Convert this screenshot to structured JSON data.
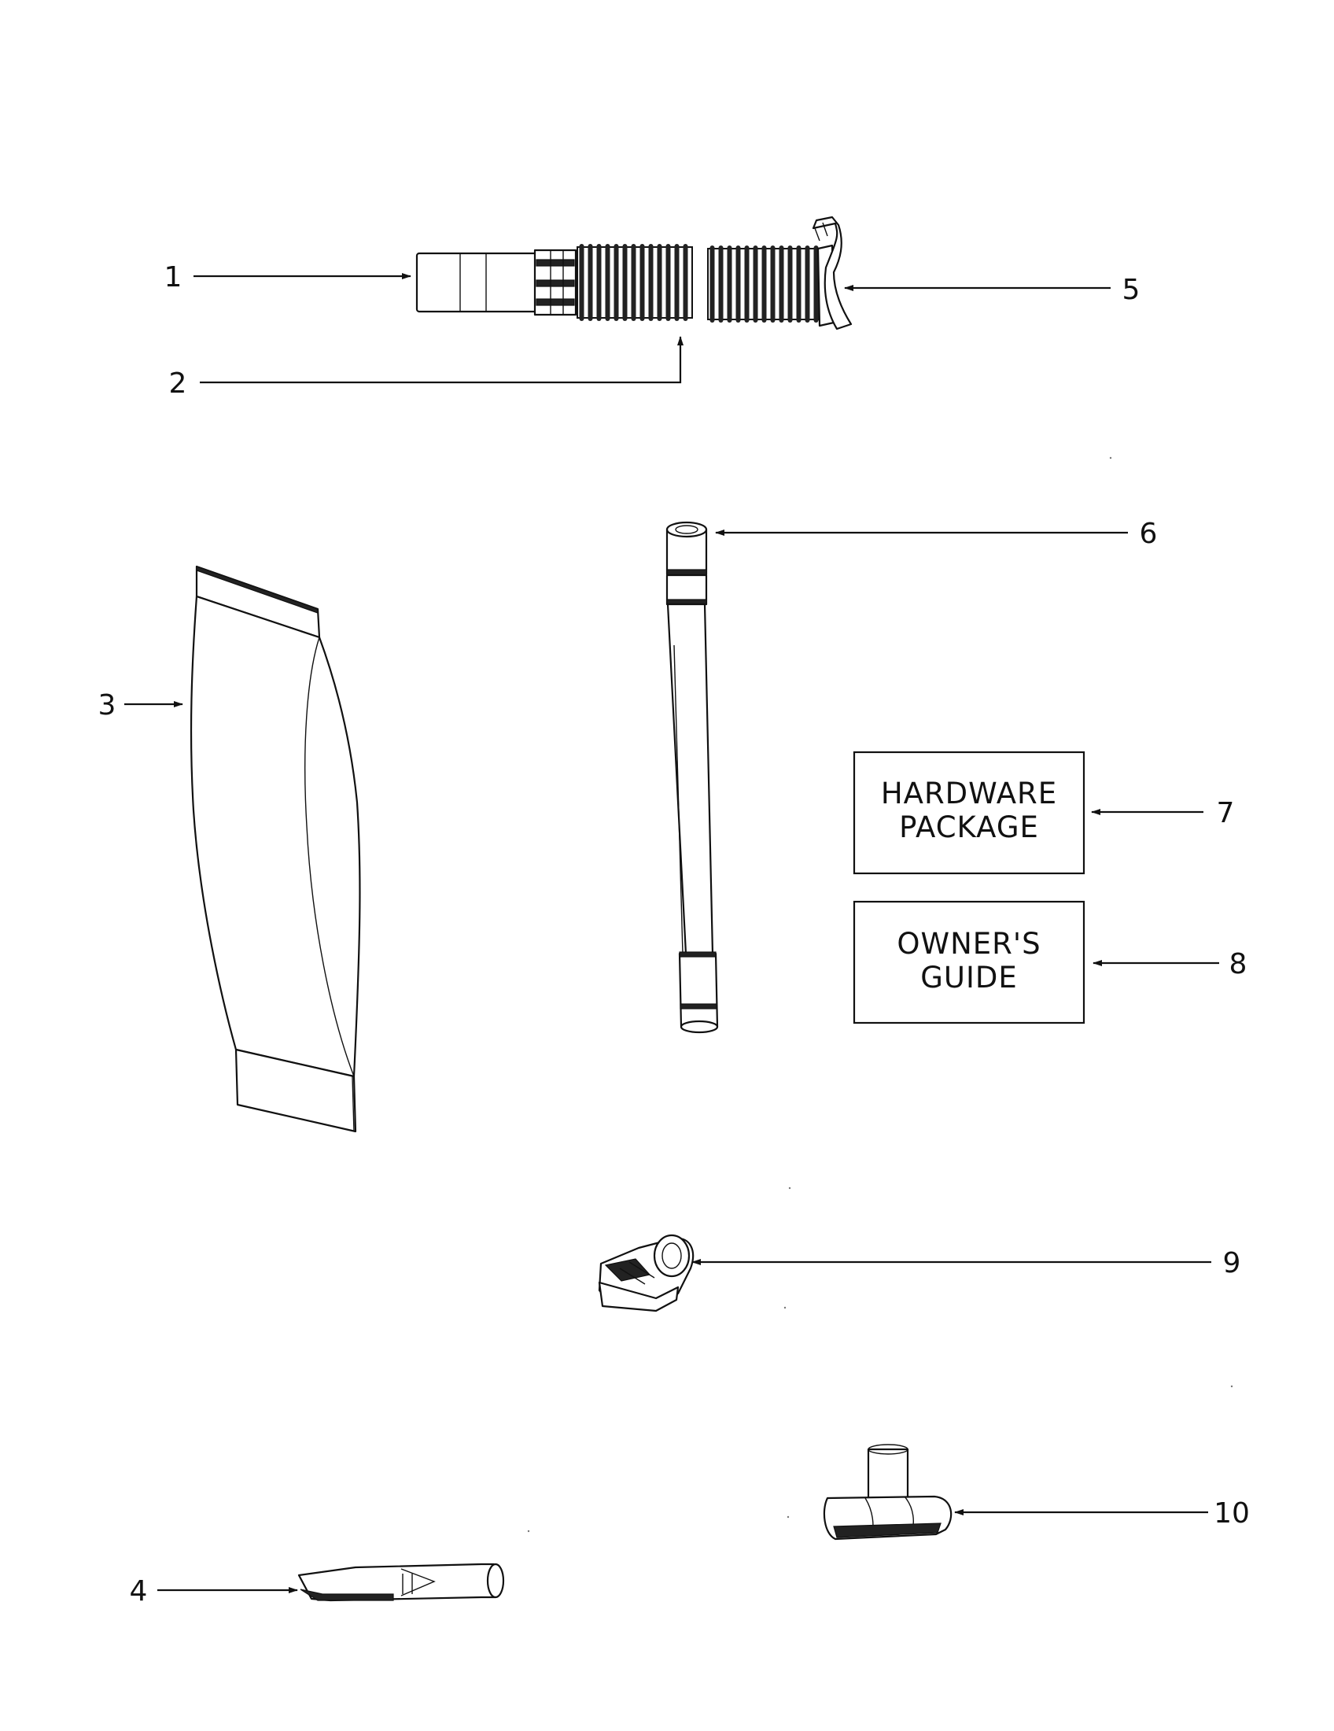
{
  "callouts": {
    "c1": "1",
    "c2": "2",
    "c3": "3",
    "c4": "4",
    "c5": "5",
    "c6": "6",
    "c7": "7",
    "c8": "8",
    "c9": "9",
    "c10": "10"
  },
  "boxes": {
    "hardware": {
      "line1": "HARDWARE",
      "line2": "PACKAGE"
    },
    "guide": {
      "line1": "OWNER'S",
      "line2": "GUIDE"
    }
  }
}
